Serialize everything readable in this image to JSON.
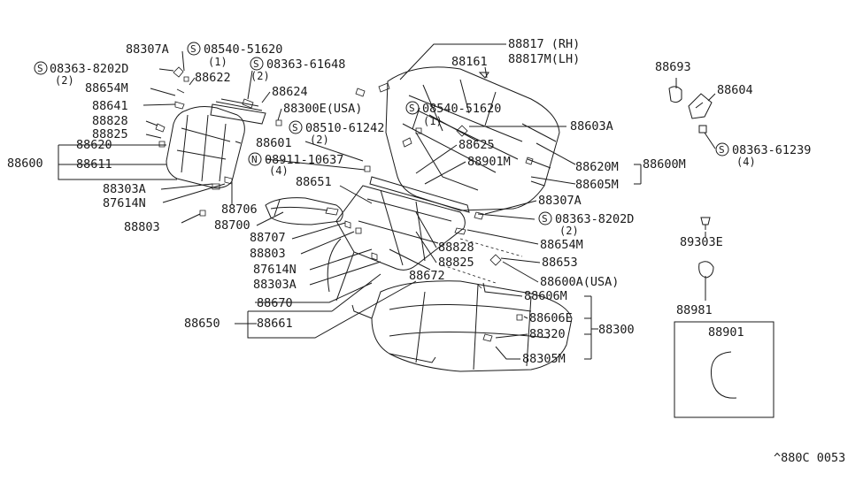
{
  "diagram": {
    "code": "^880C 0053",
    "labels": [
      {
        "id": "l-88307A-top",
        "text": "88307A"
      },
      {
        "id": "l-s08540-top",
        "text": "08540-51620"
      },
      {
        "id": "l-qty1-top",
        "text": "(1)"
      },
      {
        "id": "l-s08363-8202D-left",
        "text": "08363-8202D"
      },
      {
        "id": "l-qty2-left",
        "text": "(2)"
      },
      {
        "id": "l-88654M-left",
        "text": "88654M"
      },
      {
        "id": "l-88622",
        "text": "88622"
      },
      {
        "id": "l-s08363-61648",
        "text": "08363-61648"
      },
      {
        "id": "l-qty2b",
        "text": "(2)"
      },
      {
        "id": "l-88641",
        "text": "88641"
      },
      {
        "id": "l-88624",
        "text": "88624"
      },
      {
        "id": "l-88828-left",
        "text": "88828"
      },
      {
        "id": "l-88300E",
        "text": "88300E(USA)"
      },
      {
        "id": "l-88825-left",
        "text": "88825"
      },
      {
        "id": "l-s08510",
        "text": "08510-61242"
      },
      {
        "id": "l-qty2c",
        "text": "(2)"
      },
      {
        "id": "l-88620",
        "text": "88620"
      },
      {
        "id": "l-88601",
        "text": "88601"
      },
      {
        "id": "l-88600",
        "text": "88600"
      },
      {
        "id": "l-88611",
        "text": "88611"
      },
      {
        "id": "l-n08911",
        "text": "08911-10637"
      },
      {
        "id": "l-qty4",
        "text": "(4)"
      },
      {
        "id": "l-88303A-left",
        "text": "88303A"
      },
      {
        "id": "l-87614N-left",
        "text": "87614N"
      },
      {
        "id": "l-88706",
        "text": "88706"
      },
      {
        "id": "l-88651",
        "text": "88651"
      },
      {
        "id": "l-88803-left",
        "text": "88803"
      },
      {
        "id": "l-88700",
        "text": "88700"
      },
      {
        "id": "l-88707",
        "text": "88707"
      },
      {
        "id": "l-88803-mid",
        "text": "88803"
      },
      {
        "id": "l-87614N-mid",
        "text": "87614N"
      },
      {
        "id": "l-88303A-mid",
        "text": "88303A"
      },
      {
        "id": "l-88670",
        "text": "88670"
      },
      {
        "id": "l-88650",
        "text": "88650"
      },
      {
        "id": "l-88661",
        "text": "88661"
      },
      {
        "id": "l-88817",
        "text": "88817 (RH)"
      },
      {
        "id": "l-88817M",
        "text": "88817M(LH)"
      },
      {
        "id": "l-88161",
        "text": "88161"
      },
      {
        "id": "l-s08540-mid",
        "text": "08540-51620"
      },
      {
        "id": "l-qty1-mid",
        "text": "(1)"
      },
      {
        "id": "l-88603A",
        "text": "88603A"
      },
      {
        "id": "l-88625",
        "text": "88625"
      },
      {
        "id": "l-88901M",
        "text": "88901M"
      },
      {
        "id": "l-88620M",
        "text": "88620M"
      },
      {
        "id": "l-88600M",
        "text": "88600M"
      },
      {
        "id": "l-88605M",
        "text": "88605M"
      },
      {
        "id": "l-88307A-right",
        "text": "88307A"
      },
      {
        "id": "l-s08363-8202D-right",
        "text": "08363-8202D"
      },
      {
        "id": "l-qty2-right",
        "text": "(2)"
      },
      {
        "id": "l-88654M-right",
        "text": "88654M"
      },
      {
        "id": "l-88828-mid",
        "text": "88828"
      },
      {
        "id": "l-88825-mid",
        "text": "88825"
      },
      {
        "id": "l-88653",
        "text": "88653"
      },
      {
        "id": "l-88672",
        "text": "88672"
      },
      {
        "id": "l-88600A",
        "text": "88600A(USA)"
      },
      {
        "id": "l-88606M",
        "text": "88606M"
      },
      {
        "id": "l-88606E",
        "text": "88606E"
      },
      {
        "id": "l-88320",
        "text": "88320"
      },
      {
        "id": "l-88300",
        "text": "88300"
      },
      {
        "id": "l-88305M",
        "text": "88305M"
      },
      {
        "id": "l-88693",
        "text": "88693"
      },
      {
        "id": "l-88604",
        "text": "88604"
      },
      {
        "id": "l-s08363-61239",
        "text": "08363-61239"
      },
      {
        "id": "l-qty4b",
        "text": "(4)"
      },
      {
        "id": "l-89303E",
        "text": "89303E"
      },
      {
        "id": "l-88981",
        "text": "88981"
      },
      {
        "id": "l-88901",
        "text": "88901"
      }
    ],
    "symbols": {
      "s": "S",
      "n": "N"
    }
  }
}
